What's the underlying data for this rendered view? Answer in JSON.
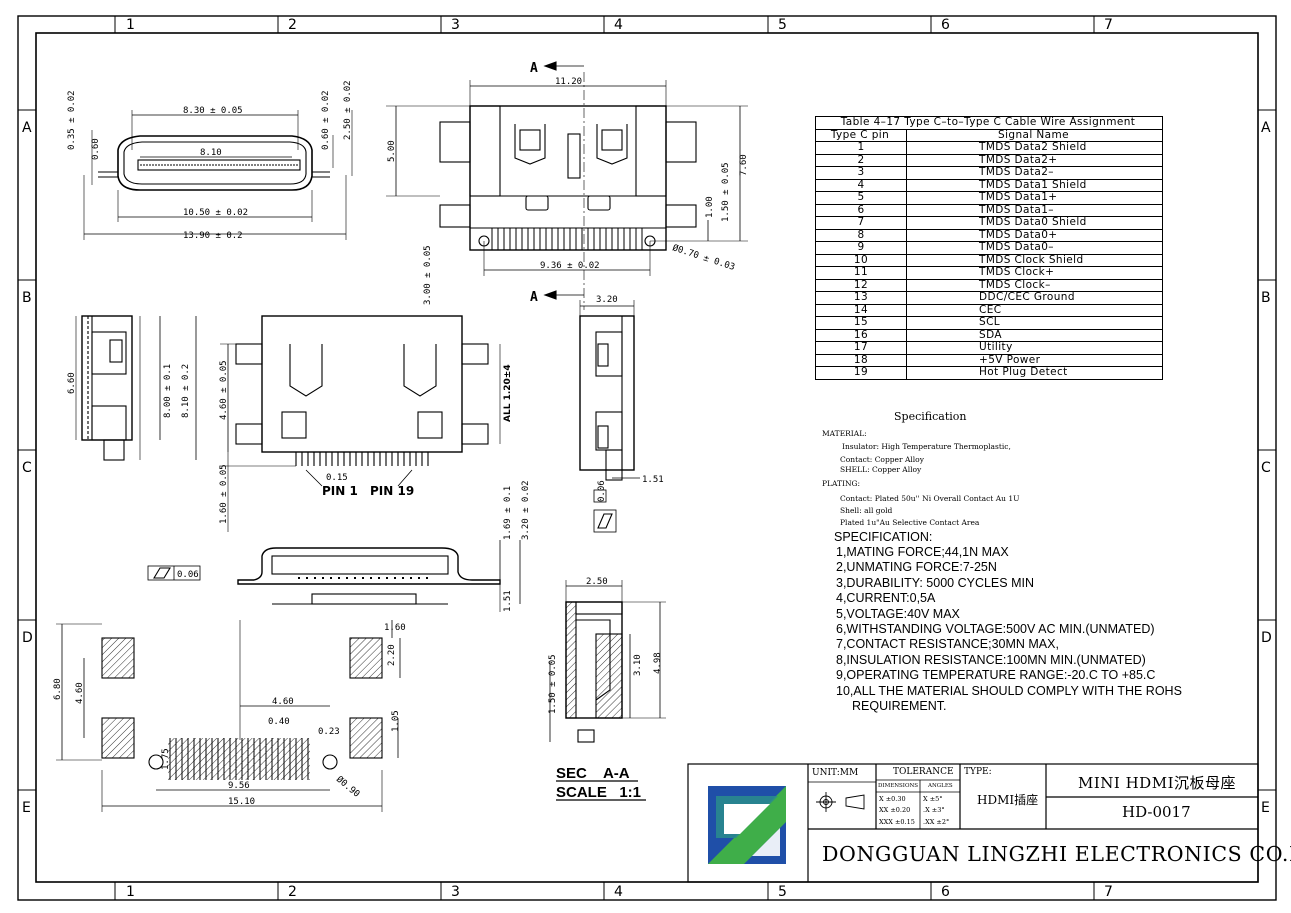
{
  "frame": {
    "col_labels": [
      "1",
      "2",
      "3",
      "4",
      "5",
      "6",
      "7"
    ],
    "row_labels": [
      "A",
      "B",
      "C",
      "D",
      "E"
    ]
  },
  "drawing": {
    "front_view": {
      "dims": [
        "8.30 ± 0.05",
        "8.10",
        "10.50 ± 0.02",
        "13.90 ± 0.2",
        "0.35 ± 0.02",
        "0.60",
        "0.60 ± 0.02",
        "2.50 ± 0.02"
      ]
    },
    "top_view": {
      "section_mark": "A",
      "dims": [
        "11.20",
        "5.00",
        "7.60",
        "1.00",
        "1.50 ± 0.05",
        "9.36 ± 0.02",
        "Ø0.70 ± 0.03",
        "3.00 ± 0.05"
      ]
    },
    "bottom_view": {
      "dims": [
        "6.60",
        "8.00 ± 0.1",
        "8.10 ± 0.2",
        "4.60 ± 0.05",
        "ALL 1.20±4",
        "0.15",
        "1.60 ± 0.05"
      ],
      "pin_labels": [
        "PIN 1",
        "PIN 19"
      ]
    },
    "side_view": {
      "dims": [
        "3.20",
        "1.51",
        "0.06"
      ]
    },
    "rear_view": {
      "dims": [
        "0.06",
        "1.69 ± 0.1",
        "3.20 ± 0.02",
        "1.51"
      ]
    },
    "footprint": {
      "dims": [
        "6.80",
        "4.60",
        "1.60",
        "2.20",
        "4.60",
        "0.40",
        "0.23",
        "1.05",
        "1.75",
        "9.56",
        "15.10",
        "Ø0.90"
      ]
    },
    "section_view": {
      "dims": [
        "2.50",
        "3.10",
        "4.98",
        "1.50 ± 0.05"
      ],
      "caption_line1": "SEC    A-A",
      "caption_line2": "SCALE   1:1"
    }
  },
  "wire_table": {
    "title": "Table 4–17 Type C–to–Type C Cable Wire Assignment",
    "headers": [
      "Type C pin",
      "Signal Name"
    ],
    "rows": [
      [
        "1",
        "TMDS Data2 Shield"
      ],
      [
        "2",
        "TMDS Data2+"
      ],
      [
        "3",
        "TMDS Data2–"
      ],
      [
        "4",
        "TMDS Data1 Shield"
      ],
      [
        "5",
        "TMDS Data1+"
      ],
      [
        "6",
        "TMDS Data1–"
      ],
      [
        "7",
        "TMDS Data0 Shield"
      ],
      [
        "8",
        "TMDS Data0+"
      ],
      [
        "9",
        "TMDS Data0–"
      ],
      [
        "10",
        "TMDS Clock Shield"
      ],
      [
        "11",
        "TMDS Clock+"
      ],
      [
        "12",
        "TMDS Clock–"
      ],
      [
        "13",
        "DDC/CEC Ground"
      ],
      [
        "14",
        "CEC"
      ],
      [
        "15",
        "SCL"
      ],
      [
        "16",
        "SDA"
      ],
      [
        "17",
        "Utility"
      ],
      [
        "18",
        "+5V Power"
      ],
      [
        "19",
        "Hot Plug Detect"
      ]
    ]
  },
  "specification": {
    "heading": "Specification",
    "material_label": "MATERIAL:",
    "material_lines": [
      "Insulator: High Temperature Thermoplastic,",
      "Contact: Copper Alloy",
      "SHELL: Copper Alloy"
    ],
    "plating_label": "PLATING:",
    "plating_lines": [
      "Contact: Plated 50u'' Ni Overall Contact Au 1U",
      "Shell: all gold",
      "Plated 1u\"Au Selective Contact Area"
    ],
    "spec_label": "SPECIFICATION:",
    "spec_lines": [
      "1,MATING FORCE;44,1N MAX",
      "2,UNMATING FORCE:7-25N",
      "3,DURABILITY: 5000 CYCLES MIN",
      "4,CURRENT:0,5A",
      "5,VOLTAGE:40V MAX",
      "6,WITHSTANDING VOLTAGE:500V AC MIN.(UNMATED)",
      "7,CONTACT RESISTANCE;30MN MAX,",
      "8,INSULATION RESISTANCE:100MN MIN.(UNMATED)",
      "9,OPERATING TEMPERATURE RANGE:-20.C TO +85.C",
      "10,ALL THE MATERIAL SHOULD COMPLY WITH THE ROHS",
      "REQUIREMENT."
    ]
  },
  "title_block": {
    "unit": "UNIT:MM",
    "tolerance_label": "TOLERANCE",
    "dimensions_label": "DIMENSIONS",
    "angles_label": "ANGLES",
    "dim_tolerances": [
      "X  ±0.30",
      "XX ±0.20",
      "XXX ±0.15"
    ],
    "angle_tolerances": [
      "X  ±5°",
      ".X  ±3°",
      ".XX ±2°"
    ],
    "type_label": "TYPE:",
    "type_value": "HDMI插座",
    "product_name": "MINI HDMI沉板母座",
    "part_number": "HD-0017",
    "company": "DONGGUAN LINGZHI ELECTRONICS CO.LTD",
    "colors": {
      "logo_blue": "#1f4fa8",
      "logo_green": "#3fae49",
      "logo_teal": "#2a8c8c"
    }
  }
}
